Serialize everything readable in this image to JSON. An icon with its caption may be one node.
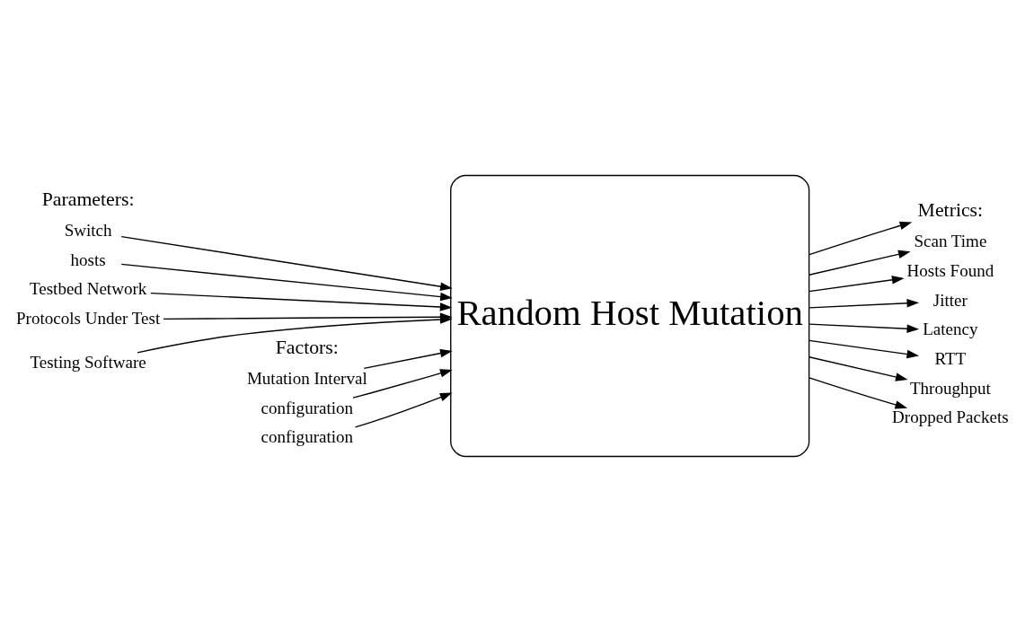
{
  "diagram": {
    "nodes": [
      {
        "text": [
          "Random Host Mutation"
        ]
      },
      {
        "text": [
          "Switch"
        ]
      },
      {
        "text": [
          "hosts"
        ]
      },
      {
        "text": [
          "Testbed Network"
        ]
      },
      {
        "text": [
          "Protocols Under Test"
        ]
      },
      {
        "text": [
          "Testing Software"
        ]
      },
      {
        "text": [
          "Mutation Interval"
        ]
      },
      {
        "text": [
          "configuration"
        ]
      },
      {
        "text": [
          "configuration"
        ]
      },
      {
        "text": [
          "Metrics:"
        ]
      },
      {
        "text": [
          "Scan Time"
        ]
      },
      {
        "text": [
          "Hosts Found"
        ]
      },
      {
        "text": [
          "Jitter"
        ]
      },
      {
        "text": [
          "Latency"
        ]
      },
      {
        "text": [
          "RTT"
        ]
      },
      {
        "text": [
          "Throughput"
        ]
      },
      {
        "text": [
          "Dropped Packets"
        ]
      }
    ],
    "edges": [
      {
        "from": 1,
        "to": 0,
        "arrow": "to"
      },
      {
        "from": 2,
        "to": 0,
        "arrow": "to"
      },
      {
        "from": 3,
        "to": 0,
        "arrow": "to"
      },
      {
        "from": 4,
        "to": 0,
        "arrow": "to"
      },
      {
        "from": 5,
        "to": 0,
        "arrow": "to"
      },
      {
        "from": 6,
        "to": 0,
        "arrow": "to"
      },
      {
        "from": 7,
        "to": 0,
        "arrow": "to"
      },
      {
        "from": 8,
        "to": 0,
        "arrow": "to"
      },
      {
        "from": 0,
        "to": 9,
        "arrow": "to"
      },
      {
        "from": 0,
        "to": 10,
        "arrow": "to"
      },
      {
        "from": 0,
        "to": 11,
        "arrow": "to"
      },
      {
        "from": 0,
        "to": 12,
        "arrow": "to"
      },
      {
        "from": 0,
        "to": 13,
        "arrow": "to"
      },
      {
        "from": 0,
        "to": 14,
        "arrow": "to"
      },
      {
        "from": 0,
        "to": 15,
        "arrow": "to"
      },
      {
        "from": 0,
        "to": 16,
        "arrow": "to"
      }
    ],
    "labels": [
      "Parameters:",
      "Factors:"
    ]
  }
}
